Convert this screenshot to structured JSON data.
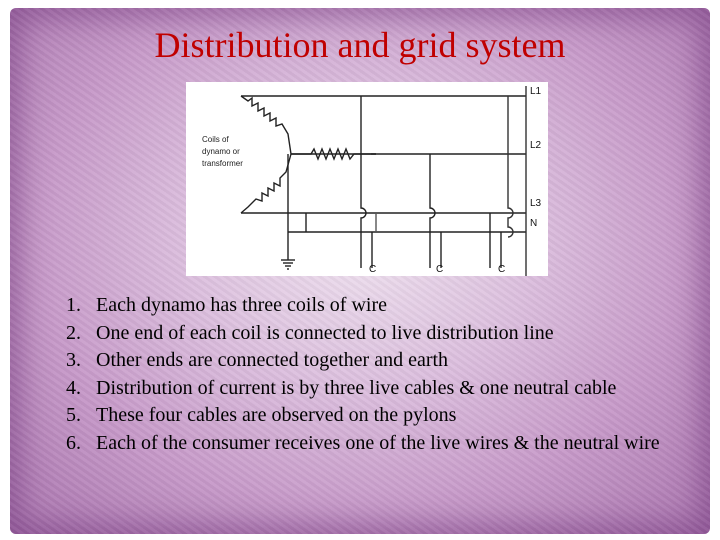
{
  "slide": {
    "title": "Distribution and grid system",
    "diagram": {
      "coil_label": [
        "Coils of",
        "dynamo or",
        "transformer"
      ],
      "line_labels": [
        "L1",
        "L2",
        "L3",
        "N"
      ],
      "consumer_labels": [
        "C",
        "C",
        "C"
      ]
    },
    "points": [
      {
        "num": "1.",
        "text": "Each dynamo has three coils of wire"
      },
      {
        "num": "2.",
        "text": "One end of each coil is connected to live distribution line"
      },
      {
        "num": "3.",
        "text": "Other ends are connected together and earth"
      },
      {
        "num": "4.",
        "text": "Distribution of current is by three live cables & one neutral cable"
      },
      {
        "num": "5.",
        "text": "These four cables are observed on the pylons"
      },
      {
        "num": "6.",
        "text": "Each of the consumer receives one of the live wires & the neutral wire"
      }
    ]
  }
}
